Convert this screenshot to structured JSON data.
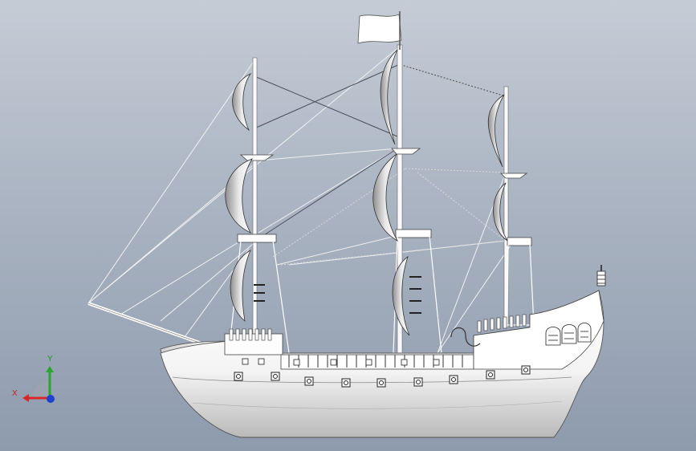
{
  "viewport": {
    "background_top": "#c5ccd6",
    "background_bottom": "#8e9bad"
  },
  "model": {
    "subject": "galleon",
    "render_style": "shaded-with-edges",
    "masts": 3,
    "flag_count": 1
  },
  "triad": {
    "x_label": "X",
    "y_label": "Y",
    "x_color": "#d62828",
    "y_color": "#2aa52f",
    "z_color": "#2040d0"
  }
}
